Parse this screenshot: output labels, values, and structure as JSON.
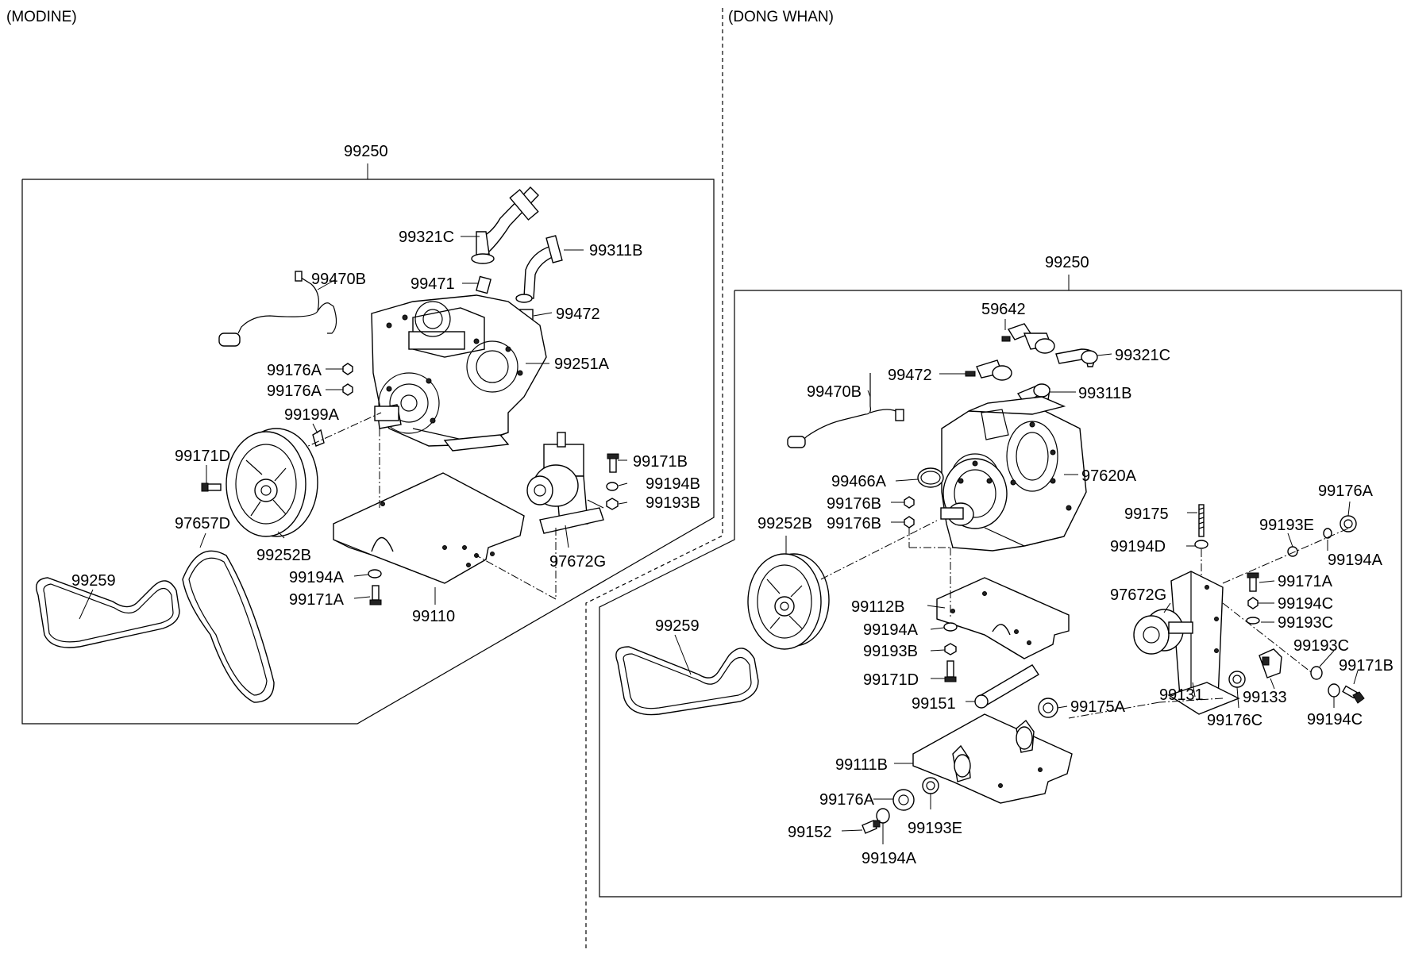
{
  "sections": {
    "left": {
      "title": "(MODINE)",
      "assembly": "99250"
    },
    "right": {
      "title": "(DONG WHAN)",
      "assembly": "99250"
    }
  },
  "left_labels": {
    "l99321C": "99321C",
    "l99311B": "99311B",
    "l99470B": "99470B",
    "l99471": "99471",
    "l99472": "99472",
    "l99251A": "99251A",
    "l99176A_1": "99176A",
    "l99176A_2": "99176A",
    "l99199A": "99199A",
    "l99171D": "99171D",
    "l99171B": "99171B",
    "l99194B": "99194B",
    "l99193B": "99193B",
    "l97657D": "97657D",
    "l99252B": "99252B",
    "l97672G": "97672G",
    "l99259": "99259",
    "l99194A": "99194A",
    "l99171A": "99171A",
    "l99110": "99110"
  },
  "right_labels": {
    "r59642": "59642",
    "r99321C": "99321C",
    "r99472": "99472",
    "r99311B": "99311B",
    "r99470B": "99470B",
    "r99466A": "99466A",
    "r97620A": "97620A",
    "r99176B_1": "99176B",
    "r99176B_2": "99176B",
    "r99176A_top": "99176A",
    "r99175": "99175",
    "r99252B": "99252B",
    "r99193E_top": "99193E",
    "r99194A_top": "99194A",
    "r99194D": "99194D",
    "r99171A": "99171A",
    "r97672G": "97672G",
    "r99194C_1": "99194C",
    "r99112B": "99112B",
    "r99193C_1": "99193C",
    "r99259": "99259",
    "r99194A_mid": "99194A",
    "r99193C_2": "99193C",
    "r99171B": "99171B",
    "r99193B": "99193B",
    "r99131": "99131",
    "r99133": "99133",
    "r99171D": "99171D",
    "r99151": "99151",
    "r99175A": "99175A",
    "r99176C": "99176C",
    "r99194C_2": "99194C",
    "r99111B": "99111B",
    "r99176A_bot": "99176A",
    "r99193E_bot": "99193E",
    "r99152": "99152",
    "r99194A_bot": "99194A"
  }
}
